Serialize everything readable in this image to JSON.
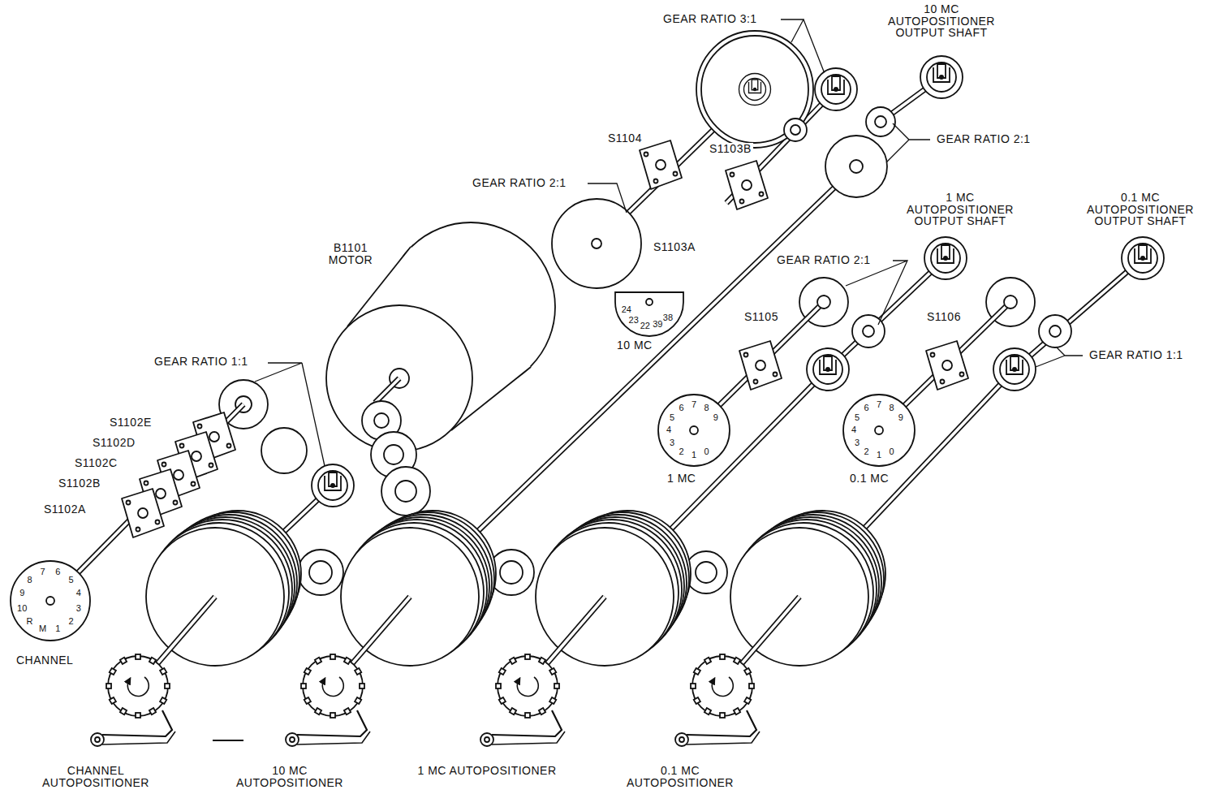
{
  "diagram": {
    "labels": [
      "GEAR RATIO 3:1",
      "10 MC AUTOPOSITIONER OUTPUT SHAFT",
      "S1104",
      "S1103B",
      "GEAR RATIO 2:1",
      "GEAR RATIO 2:1",
      "B1101 MOTOR",
      "S1103A",
      "24",
      "23",
      "22",
      "39",
      "38",
      "10 MC",
      "1 MC AUTOPOSITIONER OUTPUT SHAFT",
      "0.1 MC AUTOPOSITIONER OUTPUT SHAFT",
      "GEAR RATIO 2:1",
      "S1105",
      "S1106",
      "GEAR RATIO 1:1",
      "0",
      "1",
      "2",
      "3",
      "4",
      "5",
      "6",
      "7",
      "8",
      "9",
      "1 MC",
      "0",
      "1",
      "2",
      "3",
      "4",
      "5",
      "6",
      "7",
      "8",
      "9",
      "0.1 MC",
      "GEAR RATIO 1:1",
      "S1102E",
      "S1102D",
      "S1102C",
      "S1102B",
      "S1102A",
      "10",
      "R",
      "M",
      "1",
      "2",
      "3",
      "4",
      "5",
      "6",
      "7",
      "8",
      "9",
      "CHANNEL",
      "CHANNEL AUTOPOSITIONER",
      "10 MC AUTOPOSITIONER",
      "1 MC AUTOPOSITIONER",
      "0.1 MC AUTOPOSITIONER"
    ]
  }
}
